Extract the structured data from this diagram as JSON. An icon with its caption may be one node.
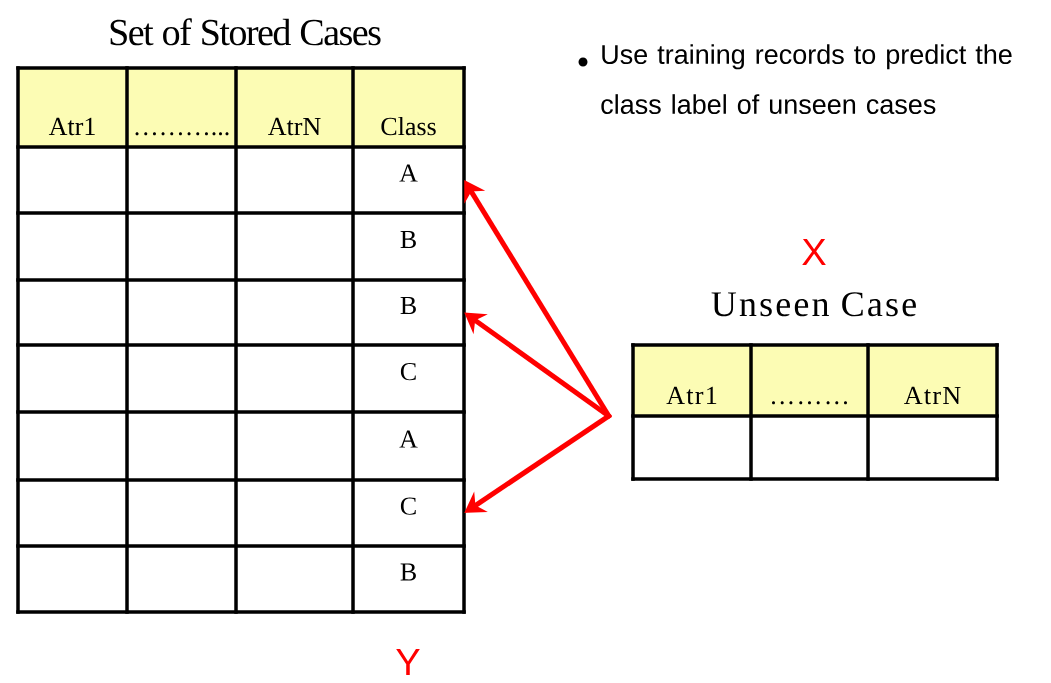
{
  "diagram": {
    "nodes": [
      {
        "text": [
          "Set of Stored Cases"
        ]
      },
      {
        "text": [
          "Atr1"
        ],
        "in": 0
      },
      {
        "text": [
          "………..."
        ],
        "in": 0
      },
      {
        "text": [
          "AtrN"
        ],
        "in": 0
      },
      {
        "text": [
          "Class"
        ],
        "in": 0
      },
      {
        "text": [
          "A"
        ],
        "in": 0
      },
      {
        "text": [
          "B"
        ],
        "in": 0
      },
      {
        "text": [
          "B"
        ],
        "in": 0
      },
      {
        "text": [
          "C"
        ],
        "in": 0
      },
      {
        "text": [
          "A"
        ],
        "in": 0
      },
      {
        "text": [
          "C"
        ],
        "in": 0
      },
      {
        "text": [
          "B"
        ],
        "in": 0
      },
      {
        "text": [
          "Unseen Case"
        ]
      },
      {
        "text": [
          "Atr1"
        ],
        "in": 12
      },
      {
        "text": [
          "………"
        ],
        "in": 12
      },
      {
        "text": [
          "AtrN"
        ],
        "in": 12
      }
    ],
    "edges": [
      {
        "from": 12,
        "to": 5,
        "arrow": "to"
      },
      {
        "from": 12,
        "to": 7,
        "arrow": "to"
      },
      {
        "from": 12,
        "to": 10,
        "arrow": "to"
      }
    ],
    "labels": [
      "Use training records to predict the class label of unseen cases",
      "X",
      "Y"
    ]
  }
}
